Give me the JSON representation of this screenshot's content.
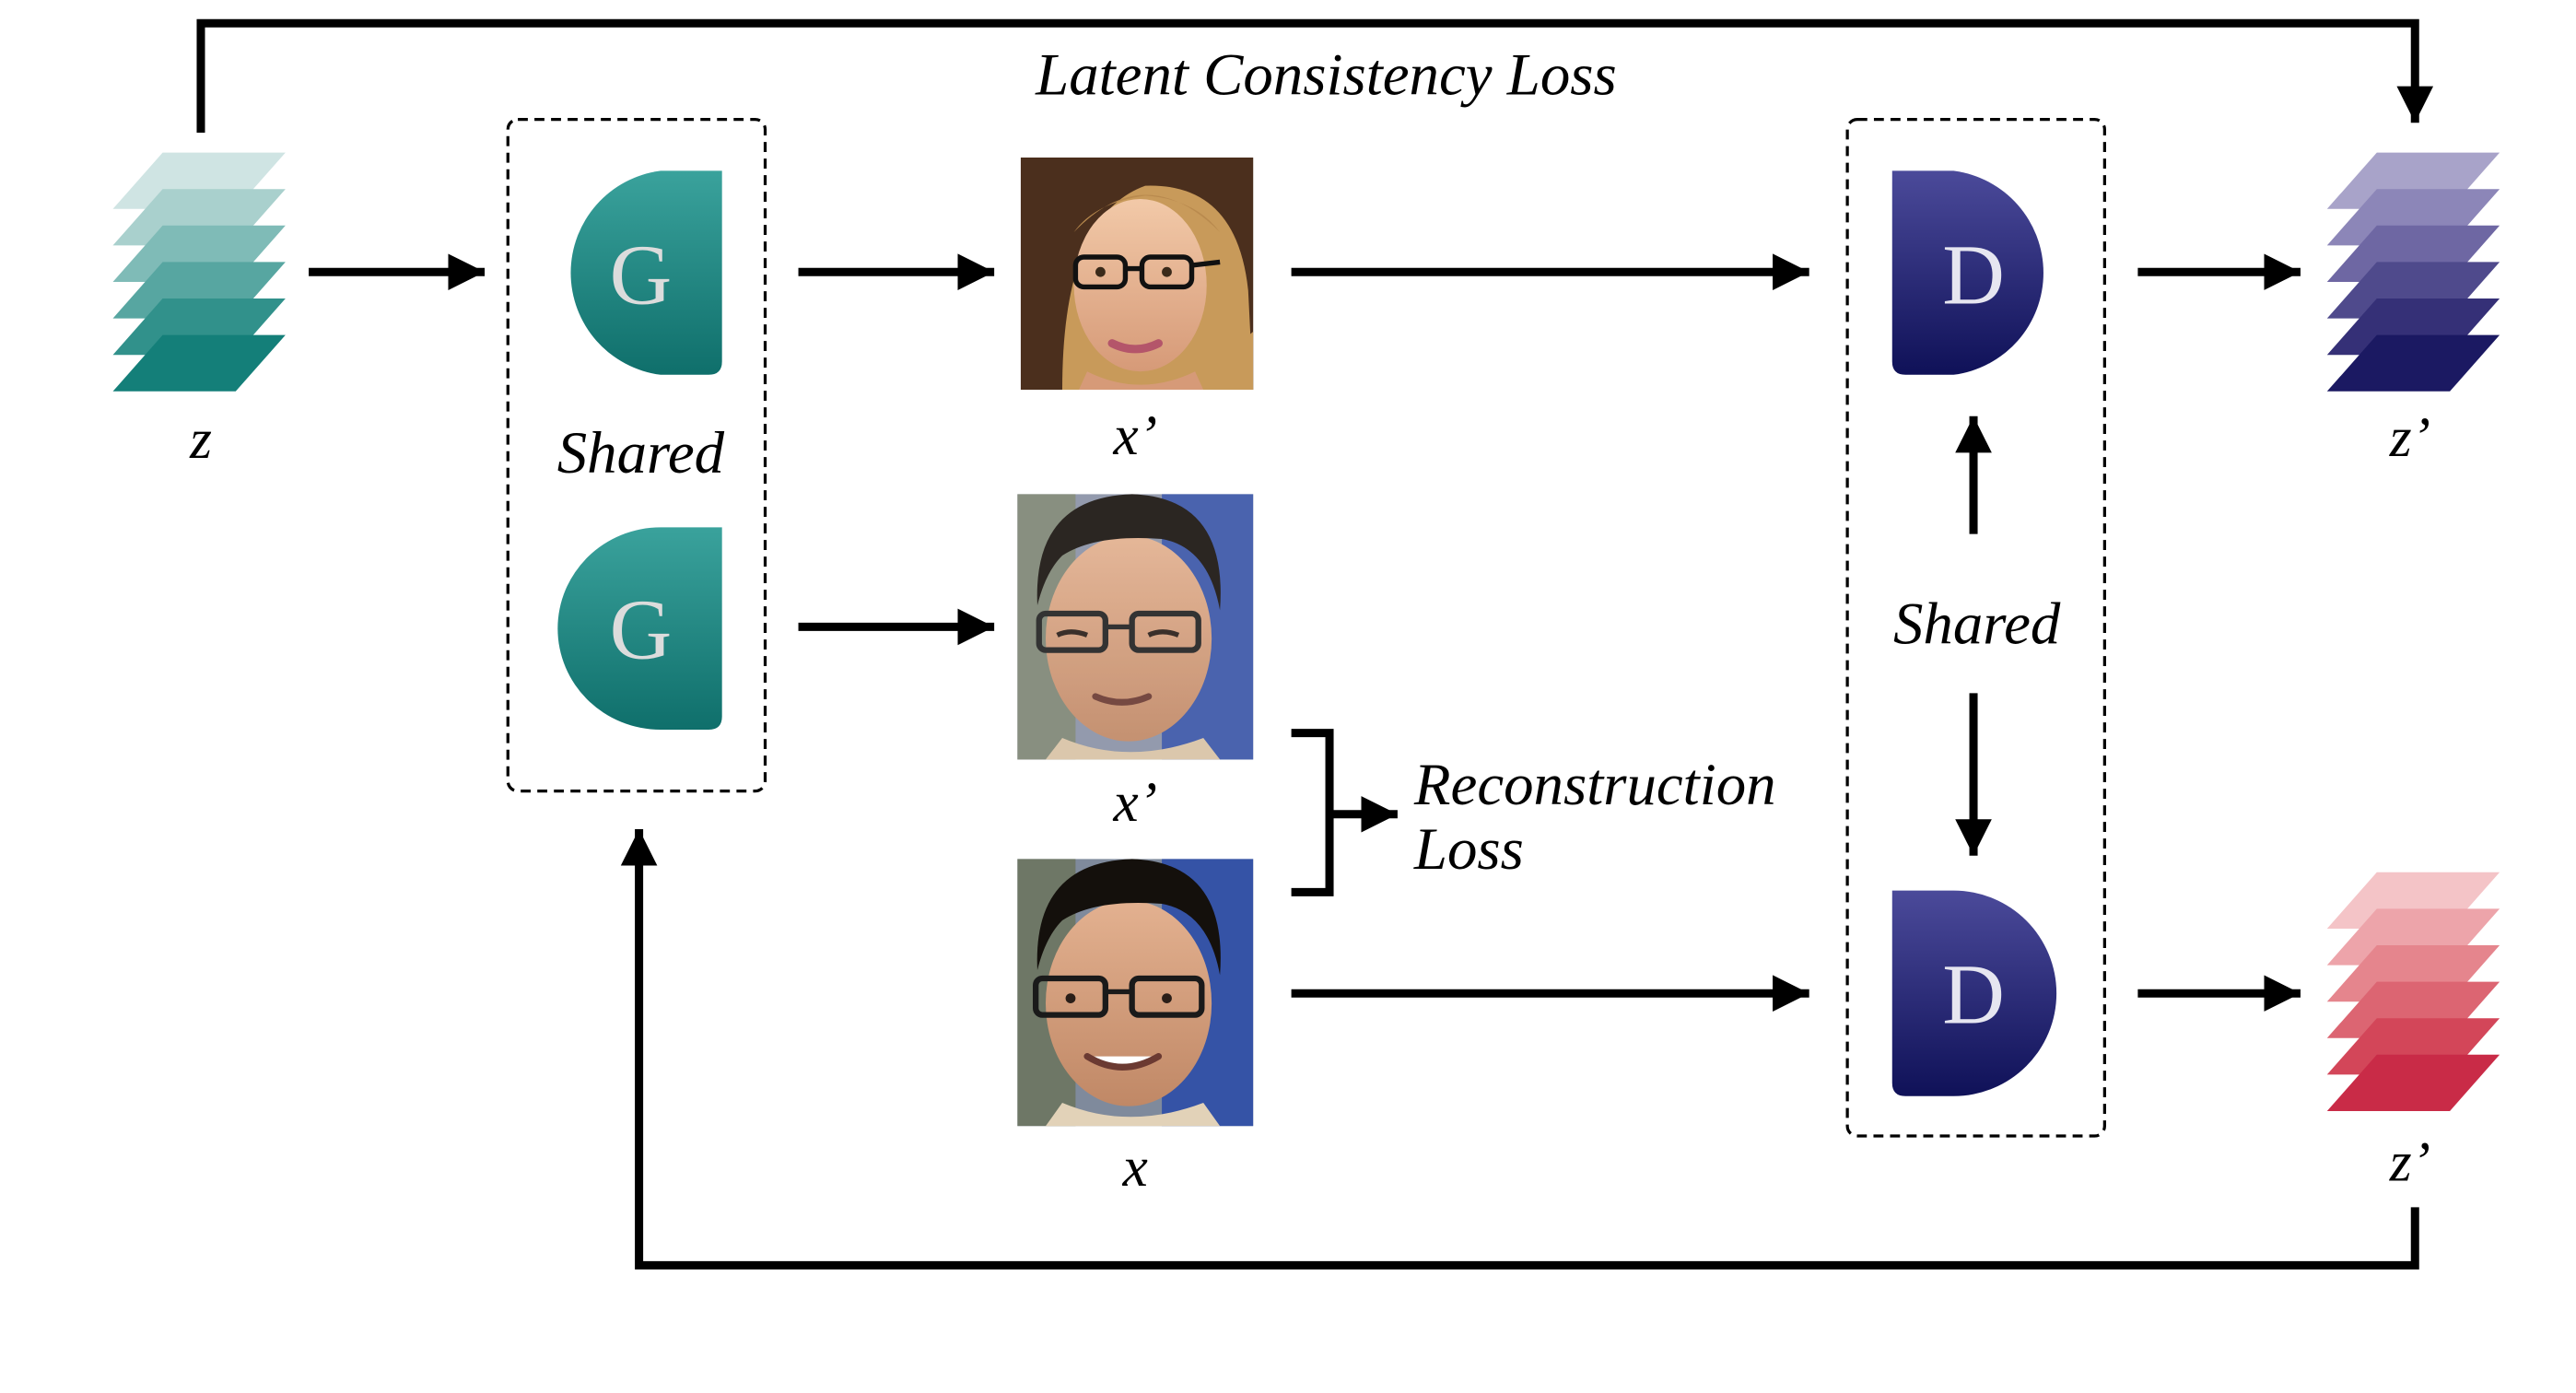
{
  "labels": {
    "latent_loss": "Latent Consistency Loss",
    "z": "z",
    "shared_g": "Shared",
    "x_prime_top": "x’",
    "x_prime_mid": "x’",
    "x": "x",
    "recon_line1": "Reconstruction",
    "recon_line2": "Loss",
    "shared_d": "Shared",
    "z_prime_top": "z’",
    "z_prime_bottom": "z’"
  },
  "blocks": {
    "generator_top": "G",
    "generator_bottom": "G",
    "discriminator_top": "D",
    "discriminator_bottom": "D"
  },
  "colors": {
    "generator": "#1e8f8a",
    "discriminator": "#1a1f6e",
    "z_stack": [
      "#cfe4e3",
      "#a9d0cd",
      "#7fbbb7",
      "#57a6a1",
      "#31918b",
      "#147f79"
    ],
    "z_prime_top_stack": [
      "#a8a3c9",
      "#8c86b8",
      "#6e67a3",
      "#4f4a8c",
      "#353077",
      "#1b1962"
    ],
    "z_prime_bottom_stack": [
      "#f4c4c7",
      "#eda4aa",
      "#e5858d",
      "#dc6572",
      "#d34659",
      "#c92b47"
    ]
  },
  "images": [
    {
      "label": "face-woman-glasses-icon"
    },
    {
      "label": "face-man-glasses-reconstructed-icon"
    },
    {
      "label": "face-man-glasses-real-icon"
    }
  ]
}
